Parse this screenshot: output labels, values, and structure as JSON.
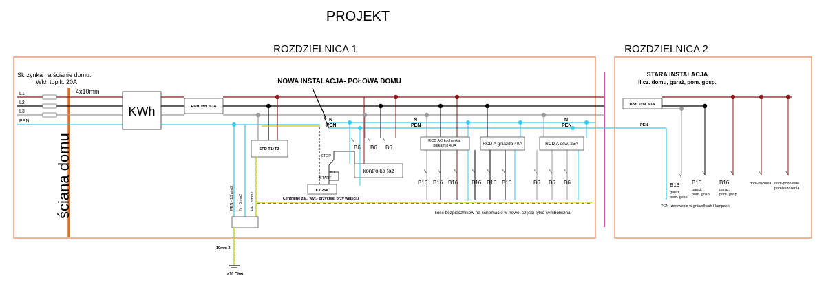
{
  "title": "PROJEKT",
  "panels": {
    "rozdzielnica1": "ROZDZIELNICA 1",
    "rozdzielnica2": "ROZDZIELNICA 2"
  },
  "wall": {
    "label": "ściana domu",
    "box_line1": "Skrzynka na ścianie domu.",
    "box_line2": "Wkł. topik. 20A"
  },
  "lines": {
    "l1": "L1",
    "l2": "L2",
    "l3": "L3",
    "pen": "PEN",
    "cable": "4x10mm"
  },
  "meter": "KWh",
  "switches": {
    "rozl1": "Rozł. izol. 63A",
    "rozl2": "Rozł. izol. 63A"
  },
  "new_install": "NOWA INSTALACJA- POŁOWA DOMU",
  "old_install": {
    "line1": "STARA INSTALACJA",
    "line2": "II cz. domu, garaż, pom. gosp."
  },
  "spd": "SPD  T1+T2",
  "contactor": {
    "label": "K1  25A",
    "stop": "STOP",
    "start": "START",
    "k1": "K1"
  },
  "phase_control": "kontrolka faz",
  "central_off": "Centralne zał./ wył.- przyciski przy wejściu",
  "np_labels": {
    "n": "N",
    "pen": "PEN"
  },
  "breakers_b6": [
    "B6",
    "B6",
    "B6"
  ],
  "rcds": [
    {
      "line1": "RCD AC kuchenka,",
      "line2": "piekarnik 40A",
      "breakers": [
        "B16",
        "B16",
        "B16"
      ]
    },
    {
      "line1": "RCD A  gniazda 40A",
      "line2": "",
      "breakers": [
        "B16",
        "B16",
        "B16"
      ]
    },
    {
      "line1": "RCD A  ośw. 25A",
      "line2": "",
      "breakers": [
        "B6",
        "B6",
        "B6"
      ]
    }
  ],
  "ground": {
    "pen_cable": "PEN - 10 mm2",
    "n_cable": "N - 6mm2",
    "pe_cable": "PE - 6mm2",
    "cable": "10mm 2",
    "resistance": "<10 Ohm"
  },
  "note": "Ilość bezpieczników na schemacie w nowej części tylko symboliczna",
  "old_circuits": [
    {
      "breaker": "B16",
      "line1": "garaż,",
      "line2": "pom. gosp."
    },
    {
      "breaker": "B16",
      "line1": "garaż,",
      "line2": "pom. gosp."
    },
    {
      "breaker": "B16",
      "line1": "garaż,",
      "line2": "pom. gosp."
    },
    {
      "breaker": "",
      "line1": "dom-kuchnia",
      "line2": ""
    },
    {
      "breaker": "",
      "line1": "dom-pozostałe",
      "line2": "pomieszczenia"
    }
  ],
  "pen_note": "PEN- zerowenie w gniazdkach i lampach",
  "colors": {
    "l1": "#8b1a1a",
    "l2": "#000000",
    "l3": "#999999",
    "pen": "#33ccee",
    "pe": "#cccc00",
    "frame": "#f08050",
    "wall": "#e07020",
    "divider": "#bb2288"
  }
}
